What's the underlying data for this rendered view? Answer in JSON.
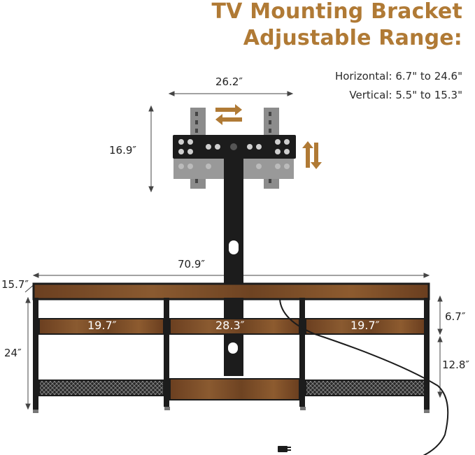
{
  "heading": {
    "line1": "TV Mounting Bracket",
    "line2": "Adjustable Range:"
  },
  "ranges": {
    "horizontal": "Horizontal: 6.7\" to 24.6\"",
    "vertical": "Vertical: 5.5\" to 15.3\""
  },
  "dimensions": {
    "bracket_width": "26.2″",
    "bracket_height": "16.9″",
    "stand_width": "70.9″",
    "stand_depth": "15.7″",
    "stand_height": "24″",
    "left_shelf": "19.7″",
    "center_shelf": "28.3″",
    "right_shelf": "19.7″",
    "upper_gap": "6.7″",
    "lower_gap": "12.8″"
  },
  "colors": {
    "accent": "#b07a35",
    "wood": "#7a4a26",
    "metal": "#1c1c1c",
    "bracket_gray": "#8c8c8c"
  }
}
